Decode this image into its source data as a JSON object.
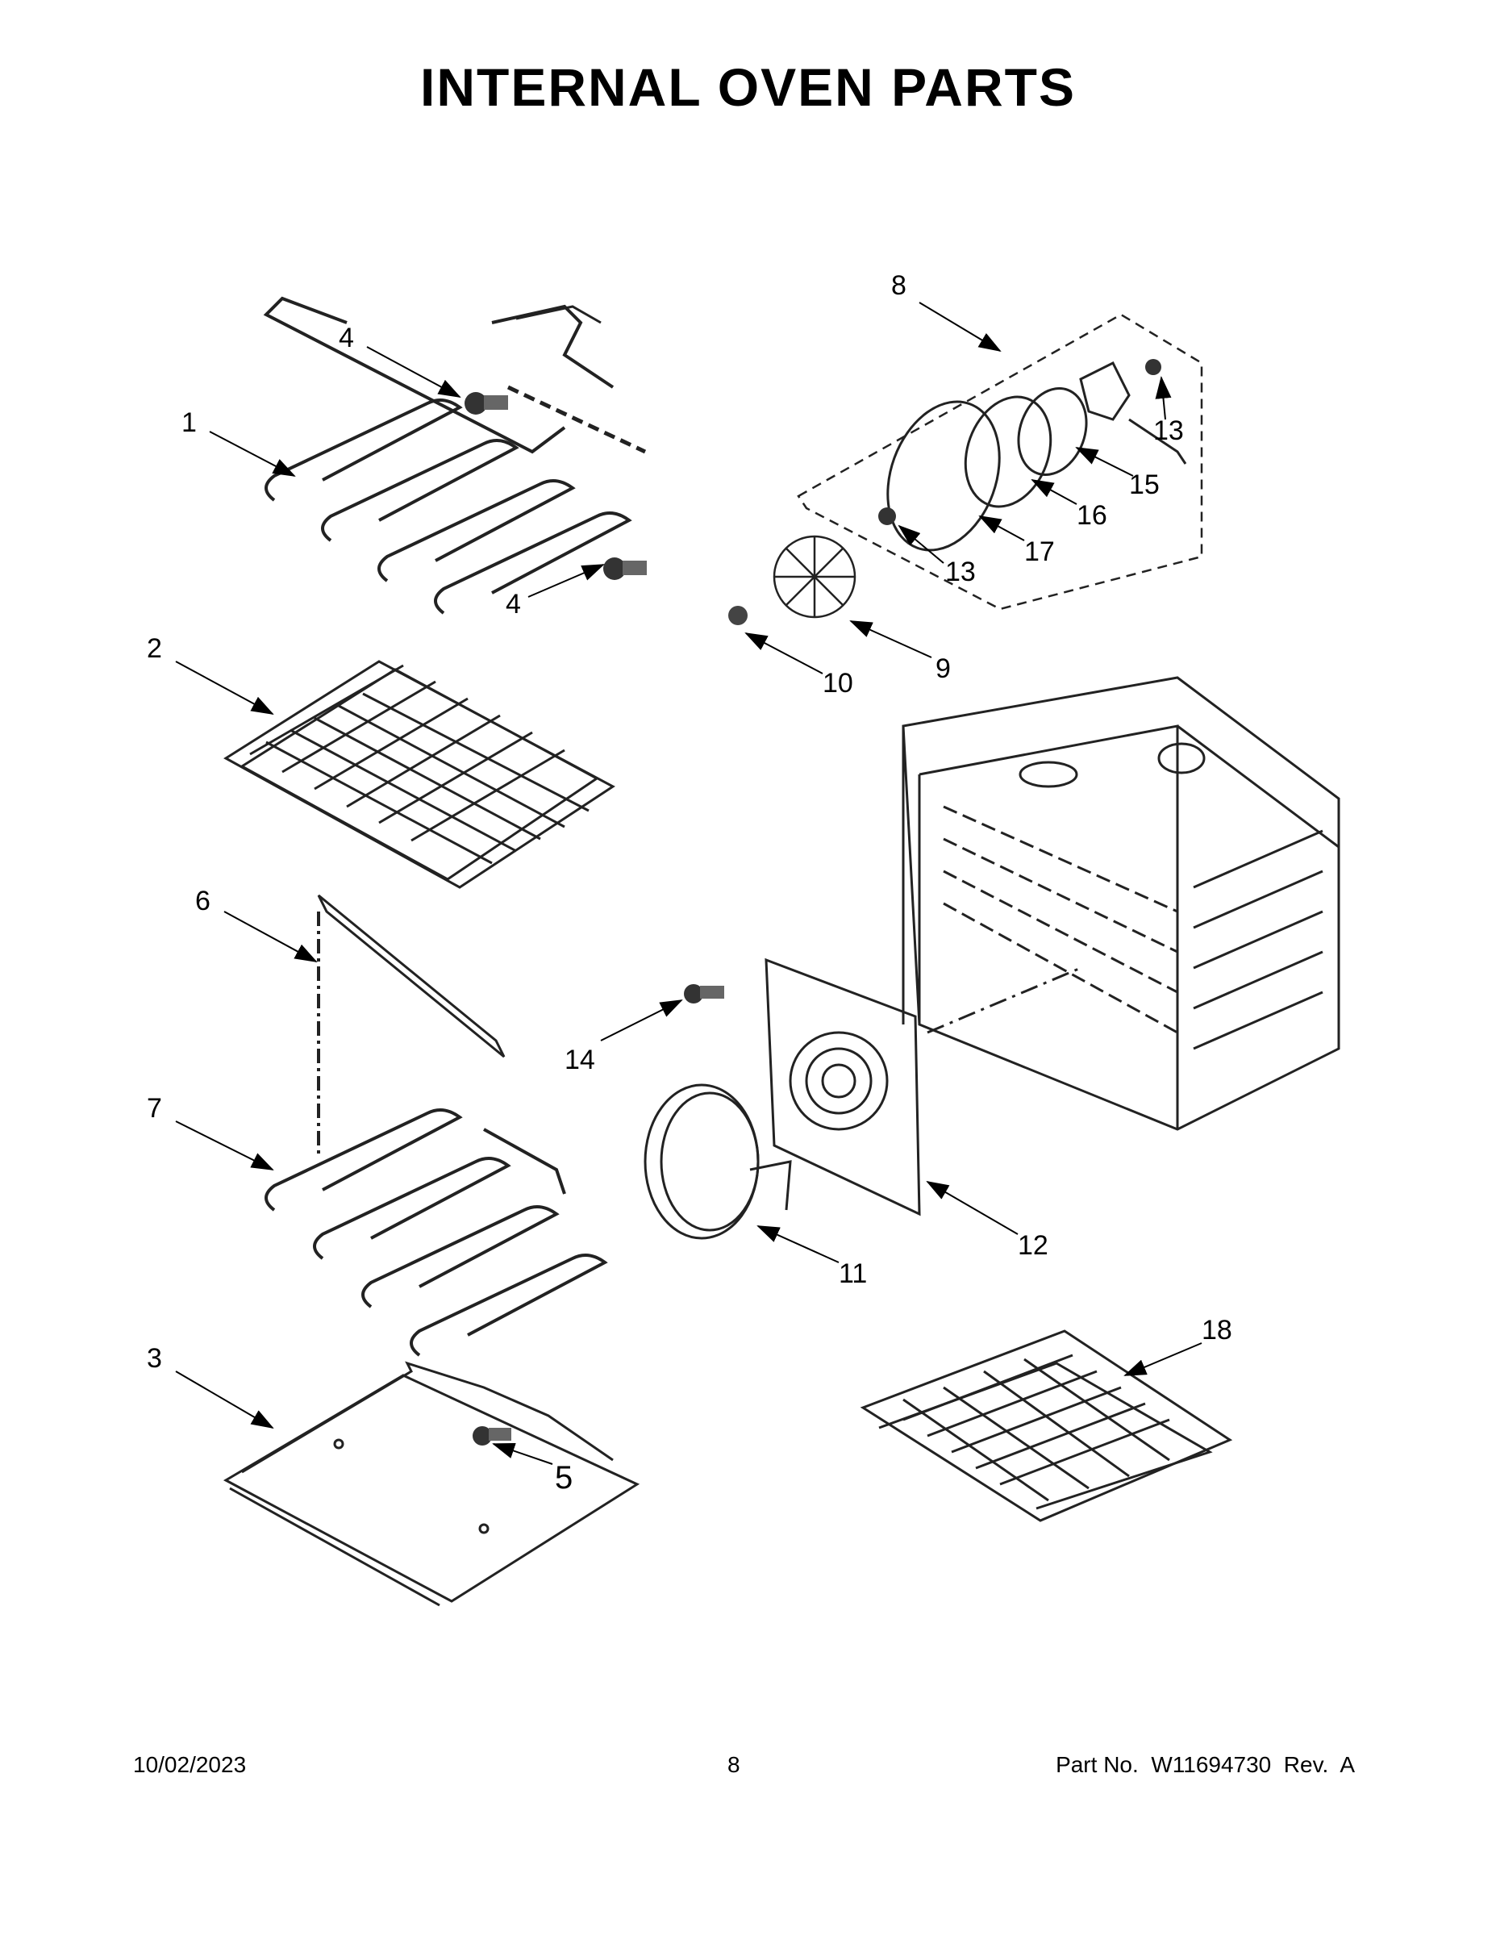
{
  "page": {
    "title": "INTERNAL OVEN PARTS",
    "footer_date": "10/02/2023",
    "footer_page": "8",
    "footer_part": "Part No.  W11694730  Rev.  A"
  },
  "callouts": [
    {
      "id": "c1",
      "label": "1"
    },
    {
      "id": "c2",
      "label": "2"
    },
    {
      "id": "c3",
      "label": "3"
    },
    {
      "id": "c4a",
      "label": "4"
    },
    {
      "id": "c4b",
      "label": "4"
    },
    {
      "id": "c5",
      "label": "5"
    },
    {
      "id": "c6",
      "label": "6"
    },
    {
      "id": "c7",
      "label": "7"
    },
    {
      "id": "c8",
      "label": "8"
    },
    {
      "id": "c9",
      "label": "9"
    },
    {
      "id": "c10",
      "label": "10"
    },
    {
      "id": "c11",
      "label": "11"
    },
    {
      "id": "c12",
      "label": "12"
    },
    {
      "id": "c13a",
      "label": "13"
    },
    {
      "id": "c13b",
      "label": "13"
    },
    {
      "id": "c14",
      "label": "14"
    },
    {
      "id": "c15",
      "label": "15"
    },
    {
      "id": "c16",
      "label": "16"
    },
    {
      "id": "c17",
      "label": "17"
    },
    {
      "id": "c18",
      "label": "18"
    }
  ]
}
